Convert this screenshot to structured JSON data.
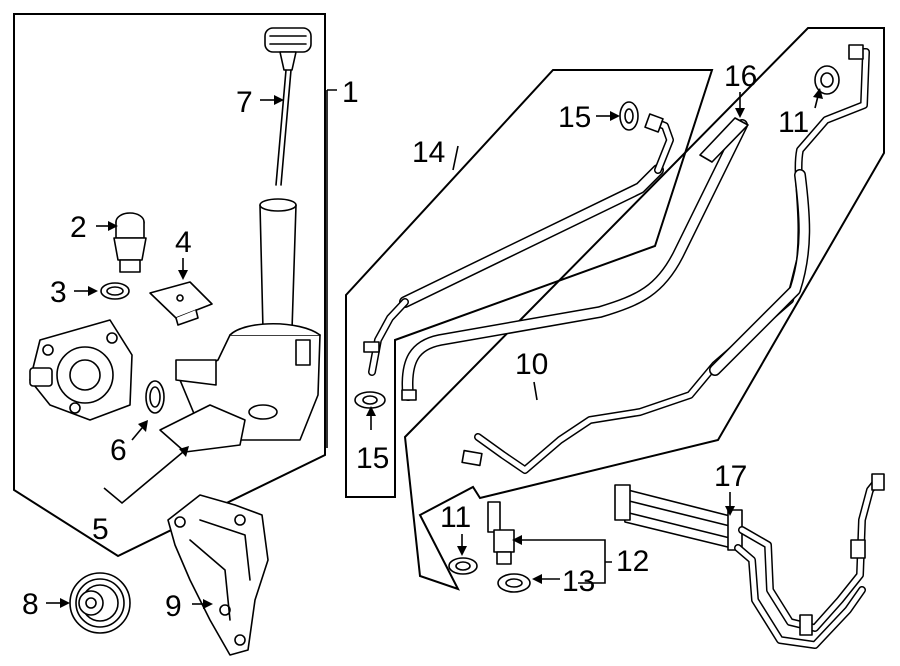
{
  "callouts": {
    "c1": "1",
    "c2": "2",
    "c3": "3",
    "c4": "4",
    "c5": "5",
    "c6": "6",
    "c7": "7",
    "c8": "8",
    "c9": "9",
    "c10": "10",
    "c11a": "11",
    "c11b": "11",
    "c12": "12",
    "c13": "13",
    "c14": "14",
    "c15a": "15",
    "c15b": "15",
    "c16": "16",
    "c17": "17"
  }
}
